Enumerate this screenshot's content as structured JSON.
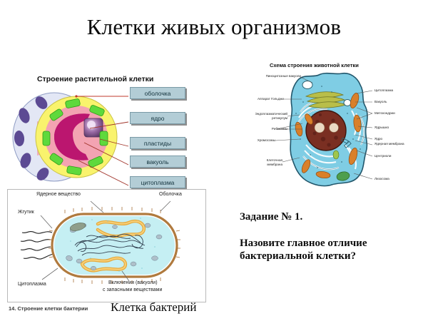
{
  "slide": {
    "title": "Клетки живых организмов"
  },
  "plant_cell": {
    "heading": "Строение  растительной клетки",
    "labels": [
      {
        "text": "оболочка",
        "name": "label-obolochka"
      },
      {
        "text": "ядро",
        "name": "label-yadro"
      },
      {
        "text": "пластиды",
        "name": "label-plastidy"
      },
      {
        "text": "вакуоль",
        "name": "label-vakuol"
      },
      {
        "text": "цитоплазма",
        "name": "label-citoplazma"
      }
    ],
    "colors": {
      "cell_wall": "#dfe4f2",
      "cytoplasm": "#f7f06a",
      "vacuole": "#c2187e",
      "plastid": "#5dd83b",
      "inner_pink": "#f2a0b0",
      "nucleus": "#7b4f86",
      "label_box": "#b3cdd6",
      "leader": "#c0392b"
    }
  },
  "animal_cell": {
    "heading": "Схема строения животной клетки",
    "labels_left": [
      "Пиноцитозные вакуоли",
      "Аппарат Гольджи",
      "Эндоплазматический",
      "ретикулум",
      "Рибосомы",
      "Хромосомы",
      "Клеточная",
      "мембрана"
    ],
    "labels_right": [
      "Цитоплазма",
      "Вакуоль",
      "Митохондрии",
      "Ядрышко",
      "Ядро",
      "Ядерная мембрана",
      "Центриоли",
      "Лизосома"
    ],
    "colors": {
      "cytoplasm": "#7fcde4",
      "membrane": "#2a6070",
      "nucleus": "#7a2f22",
      "nucleolus": "#e8d6c0",
      "mitochondria": "#d9802a",
      "golgi": "#b3b844",
      "lysosome": "#4e9e4e"
    }
  },
  "bacteria_cell": {
    "labels": [
      {
        "text": "Ядерное вещество",
        "name": "label-nuclear-material"
      },
      {
        "text": "Оболочка",
        "name": "label-envelope"
      },
      {
        "text": "Жгутик",
        "name": "label-flagellum"
      },
      {
        "text": "Цитоплазма",
        "name": "label-cytoplasm"
      },
      {
        "text": "Включения (вакуоли)",
        "name": "label-inclusions-line1"
      },
      {
        "text": "с запасными веществами",
        "name": "label-inclusions-line2"
      }
    ],
    "caption_small": "14. Строение клетки бактерии",
    "caption_large": "Клетка бактерий",
    "colors": {
      "cytoplasm": "#bdeef2",
      "wall": "#c89a5c",
      "inclusion": "#f5c14e",
      "nuclear_material": "#2b3a4a"
    }
  },
  "task": {
    "heading": "Задание № 1.",
    "question_line1": "Назовите главное отличие",
    "question_line2": "бактериальной клетки?"
  }
}
